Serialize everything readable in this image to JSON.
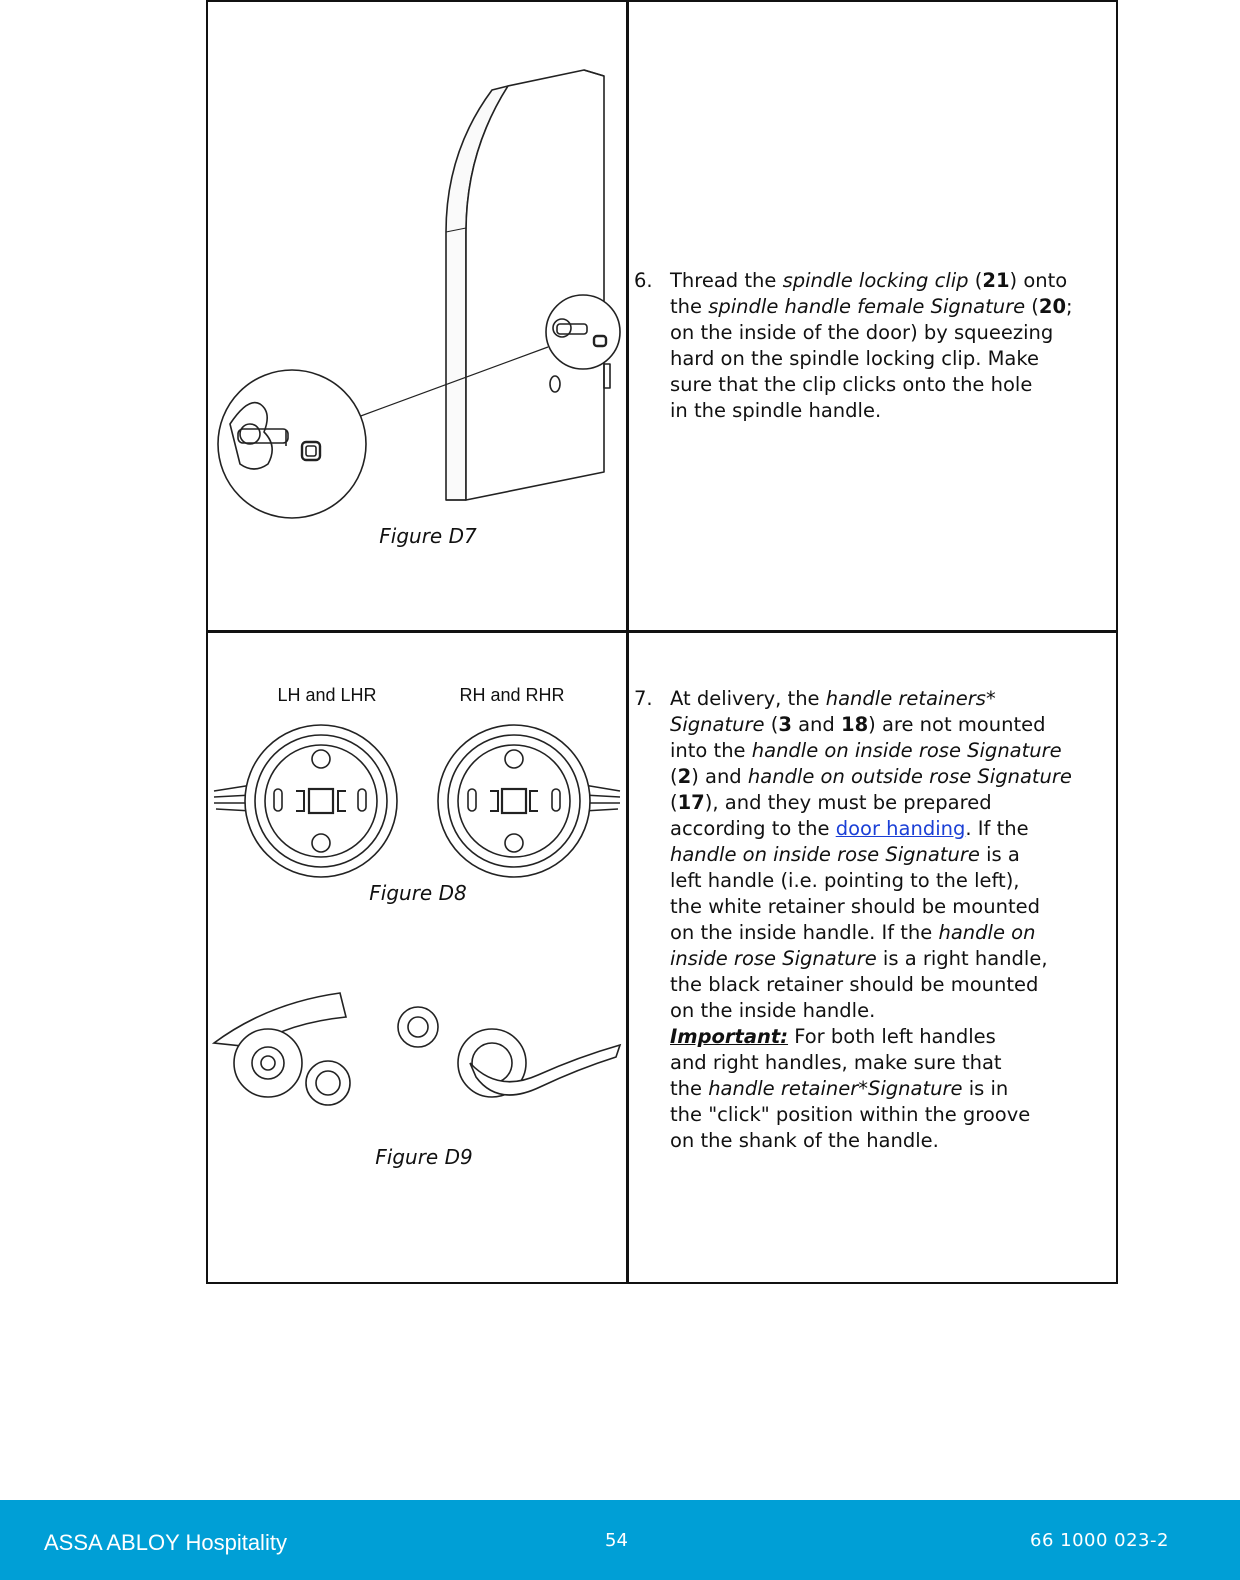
{
  "figures": {
    "d7": {
      "caption": "Figure D7"
    },
    "d8": {
      "caption": "Figure D8",
      "label_left": "LH and LHR",
      "label_right": "RH and RHR"
    },
    "d9": {
      "caption": "Figure D9"
    }
  },
  "steps": {
    "s6": {
      "number": "6.",
      "lines": {
        "l1": {
          "a": "Thread the ",
          "b": "spindle locking clip",
          "c": " (",
          "d": "21",
          "e": ") onto"
        },
        "l2": {
          "a": "the ",
          "b": "spindle handle female Signature",
          "c": " (",
          "d": "20",
          "e": ";"
        },
        "l3": "on the inside of the door) by squeezing",
        "l4": "hard on the spindle locking clip. Make",
        "l5": "sure that the clip clicks onto the hole",
        "l6": "in the spindle handle."
      }
    },
    "s7": {
      "number": "7.",
      "lines": {
        "l1": {
          "a": "At delivery, the ",
          "b": "handle retainers*"
        },
        "l2": {
          "a": "Signature",
          "b": " (",
          "c": "3",
          "d": " and ",
          "e": "18",
          "f": ") are not mounted"
        },
        "l3": {
          "a": "into the ",
          "b": "handle on inside rose Signature"
        },
        "l4": {
          "a": "(",
          "b": "2",
          "c": ") and ",
          "d": "handle on outside rose Signature"
        },
        "l5": {
          "a": "(",
          "b": "17",
          "c": "), and they must be prepared"
        },
        "l6": {
          "a": "according to the ",
          "link": "door handing",
          "b": ". If the"
        },
        "l7": {
          "a": "handle on inside rose Signature",
          "b": " is a"
        },
        "l8": "left handle (i.e. pointing to the left),",
        "l9": "the white retainer should be mounted",
        "l10": {
          "a": "on the inside handle. If the ",
          "b": "handle on"
        },
        "l11": {
          "a": "inside rose Signature",
          "b": " is a right handle,"
        },
        "l12": "the black retainer should be mounted",
        "l13": "on the inside handle.",
        "l14": {
          "important": "Important:",
          "b": " For both left handles"
        },
        "l15": "and right handles, make sure that",
        "l16": {
          "a": "the ",
          "b": "handle retainer*Signature",
          "c": " is in"
        },
        "l17": "the \"click\" position within the groove",
        "l18": "on the shank of the handle."
      }
    }
  },
  "footer": {
    "brand": "ASSA ABLOY Hospitality",
    "page": "54",
    "doc_number": "66 1000 023-2"
  },
  "colors": {
    "footer_bg": "#009fd6",
    "link": "#1a3fd6"
  }
}
